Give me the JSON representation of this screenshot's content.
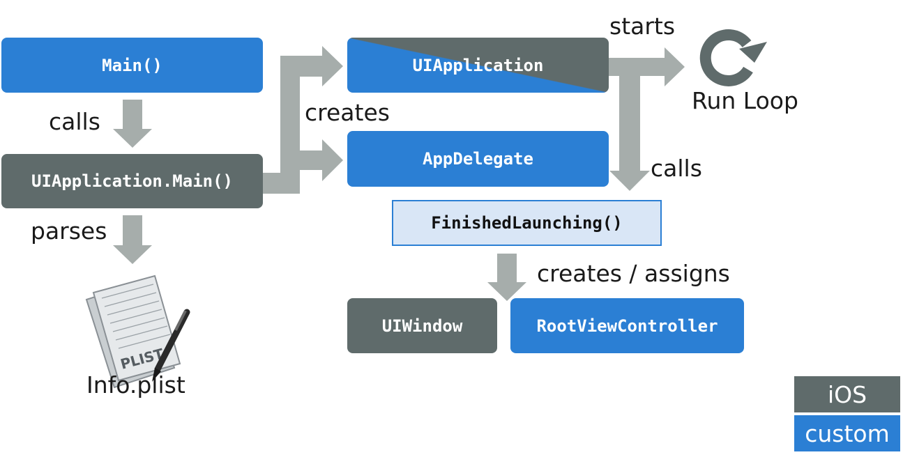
{
  "colors": {
    "blue": "#2b7fd4",
    "gray": "#5f6b6b",
    "arrow": "#a6adab",
    "light_fill": "#d9e6f6"
  },
  "nodes": {
    "main": "Main()",
    "uiapp_main": "UIApplication.Main()",
    "uiapplication": "UIApplication",
    "appdelegate": "AppDelegate",
    "finished_launching": "FinishedLaunching()",
    "uiwindow": "UIWindow",
    "root_vc": "RootViewController"
  },
  "labels": {
    "calls_left": "calls",
    "parses": "parses",
    "creates": "creates",
    "starts": "starts",
    "calls_right": "calls",
    "creates_assigns": "creates / assigns",
    "run_loop": "Run Loop",
    "info_plist": "Info.plist",
    "plist_badge": "PLIST"
  },
  "icons": {
    "run_loop": "circular-arrow-icon",
    "plist_file": "plist-document-icon"
  },
  "legend": {
    "ios": "iOS",
    "custom": "custom"
  }
}
